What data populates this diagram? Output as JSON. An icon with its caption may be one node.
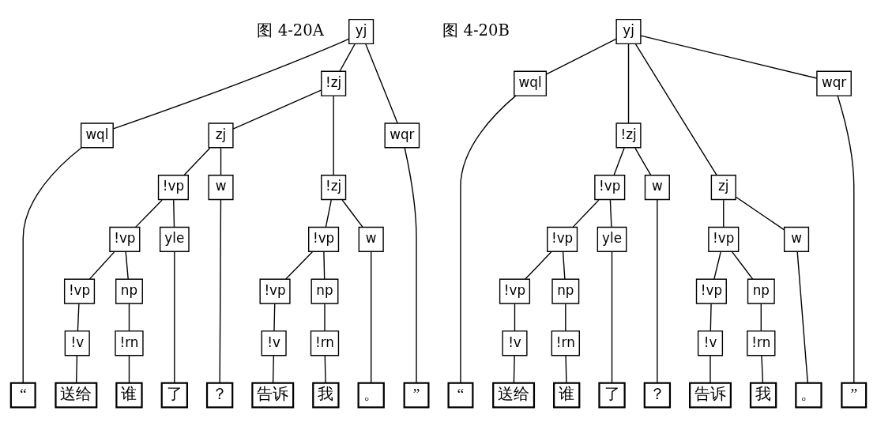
{
  "diagram": {
    "nodes": [
      {
        "text": [
          "yj"
        ]
      },
      {
        "text": [
          "wql"
        ]
      },
      {
        "text": [
          "!zj"
        ]
      },
      {
        "text": [
          "wqr"
        ]
      },
      {
        "text": [
          "zj"
        ]
      },
      {
        "text": [
          "!zj"
        ]
      },
      {
        "text": [
          "!vp"
        ]
      },
      {
        "text": [
          "w"
        ]
      },
      {
        "text": [
          "!vp"
        ]
      },
      {
        "text": [
          "w"
        ]
      },
      {
        "text": [
          "!vp"
        ]
      },
      {
        "text": [
          "yle"
        ]
      },
      {
        "text": [
          "!vp"
        ]
      },
      {
        "text": [
          "np"
        ]
      },
      {
        "text": [
          "!vp"
        ]
      },
      {
        "text": [
          "np"
        ]
      },
      {
        "text": [
          "!v"
        ]
      },
      {
        "text": [
          "!rn"
        ]
      },
      {
        "text": [
          "!v"
        ]
      },
      {
        "text": [
          "!rn"
        ]
      },
      {
        "text": [
          "“"
        ]
      },
      {
        "text": [
          "送给"
        ]
      },
      {
        "text": [
          "谁"
        ]
      },
      {
        "text": [
          "了"
        ]
      },
      {
        "text": [
          "？"
        ]
      },
      {
        "text": [
          "告诉"
        ]
      },
      {
        "text": [
          "我"
        ]
      },
      {
        "text": [
          "。"
        ]
      },
      {
        "text": [
          "”"
        ]
      },
      {
        "text": [
          "yj"
        ]
      },
      {
        "text": [
          "wql"
        ]
      },
      {
        "text": [
          "!zj"
        ]
      },
      {
        "text": [
          "zj"
        ]
      },
      {
        "text": [
          "wqr"
        ]
      },
      {
        "text": [
          "!vp"
        ]
      },
      {
        "text": [
          "w"
        ]
      },
      {
        "text": [
          "!vp"
        ]
      },
      {
        "text": [
          "w"
        ]
      },
      {
        "text": [
          "!vp"
        ]
      },
      {
        "text": [
          "yle"
        ]
      },
      {
        "text": [
          "!vp"
        ]
      },
      {
        "text": [
          "np"
        ]
      },
      {
        "text": [
          "!vp"
        ]
      },
      {
        "text": [
          "np"
        ]
      },
      {
        "text": [
          "!v"
        ]
      },
      {
        "text": [
          "!rn"
        ]
      },
      {
        "text": [
          "!v"
        ]
      },
      {
        "text": [
          "!rn"
        ]
      },
      {
        "text": [
          "“"
        ]
      },
      {
        "text": [
          "送给"
        ]
      },
      {
        "text": [
          "谁"
        ]
      },
      {
        "text": [
          "了"
        ]
      },
      {
        "text": [
          "？"
        ]
      },
      {
        "text": [
          "告诉"
        ]
      },
      {
        "text": [
          "我"
        ]
      },
      {
        "text": [
          "。"
        ]
      },
      {
        "text": [
          "”"
        ]
      }
    ],
    "edges": [
      {
        "from": 0,
        "to": 1,
        "arrow": "none"
      },
      {
        "from": 0,
        "to": 2,
        "arrow": "none"
      },
      {
        "from": 0,
        "to": 3,
        "arrow": "none"
      },
      {
        "from": 2,
        "to": 4,
        "arrow": "none"
      },
      {
        "from": 2,
        "to": 5,
        "arrow": "none"
      },
      {
        "from": 4,
        "to": 6,
        "arrow": "none"
      },
      {
        "from": 4,
        "to": 7,
        "arrow": "none"
      },
      {
        "from": 5,
        "to": 8,
        "arrow": "none"
      },
      {
        "from": 5,
        "to": 9,
        "arrow": "none"
      },
      {
        "from": 6,
        "to": 10,
        "arrow": "none"
      },
      {
        "from": 6,
        "to": 11,
        "arrow": "none"
      },
      {
        "from": 8,
        "to": 12,
        "arrow": "none"
      },
      {
        "from": 8,
        "to": 13,
        "arrow": "none"
      },
      {
        "from": 10,
        "to": 14,
        "arrow": "none"
      },
      {
        "from": 10,
        "to": 15,
        "arrow": "none"
      },
      {
        "from": 12,
        "to": 16,
        "arrow": "none"
      },
      {
        "from": 13,
        "to": 17,
        "arrow": "none"
      },
      {
        "from": 14,
        "to": 18,
        "arrow": "none"
      },
      {
        "from": 15,
        "to": 19,
        "arrow": "none"
      },
      {
        "from": 1,
        "to": 20,
        "arrow": "none"
      },
      {
        "from": 18,
        "to": 21,
        "arrow": "none"
      },
      {
        "from": 19,
        "to": 22,
        "arrow": "none"
      },
      {
        "from": 11,
        "to": 23,
        "arrow": "none"
      },
      {
        "from": 7,
        "to": 24,
        "arrow": "none"
      },
      {
        "from": 16,
        "to": 25,
        "arrow": "none"
      },
      {
        "from": 17,
        "to": 26,
        "arrow": "none"
      },
      {
        "from": 9,
        "to": 27,
        "arrow": "none"
      },
      {
        "from": 3,
        "to": 28,
        "arrow": "none"
      },
      {
        "from": 29,
        "to": 30,
        "arrow": "none"
      },
      {
        "from": 29,
        "to": 31,
        "arrow": "none"
      },
      {
        "from": 29,
        "to": 32,
        "arrow": "none"
      },
      {
        "from": 29,
        "to": 33,
        "arrow": "none"
      },
      {
        "from": 31,
        "to": 34,
        "arrow": "none"
      },
      {
        "from": 31,
        "to": 35,
        "arrow": "none"
      },
      {
        "from": 32,
        "to": 36,
        "arrow": "none"
      },
      {
        "from": 32,
        "to": 37,
        "arrow": "none"
      },
      {
        "from": 34,
        "to": 38,
        "arrow": "none"
      },
      {
        "from": 34,
        "to": 39,
        "arrow": "none"
      },
      {
        "from": 36,
        "to": 40,
        "arrow": "none"
      },
      {
        "from": 36,
        "to": 41,
        "arrow": "none"
      },
      {
        "from": 38,
        "to": 42,
        "arrow": "none"
      },
      {
        "from": 38,
        "to": 43,
        "arrow": "none"
      },
      {
        "from": 40,
        "to": 44,
        "arrow": "none"
      },
      {
        "from": 41,
        "to": 45,
        "arrow": "none"
      },
      {
        "from": 42,
        "to": 46,
        "arrow": "none"
      },
      {
        "from": 43,
        "to": 47,
        "arrow": "none"
      },
      {
        "from": 30,
        "to": 48,
        "arrow": "none"
      },
      {
        "from": 46,
        "to": 49,
        "arrow": "none"
      },
      {
        "from": 47,
        "to": 50,
        "arrow": "none"
      },
      {
        "from": 39,
        "to": 51,
        "arrow": "none"
      },
      {
        "from": 35,
        "to": 52,
        "arrow": "none"
      },
      {
        "from": 44,
        "to": 53,
        "arrow": "none"
      },
      {
        "from": 45,
        "to": 54,
        "arrow": "none"
      },
      {
        "from": 37,
        "to": 55,
        "arrow": "none"
      },
      {
        "from": 33,
        "to": 56,
        "arrow": "none"
      }
    ],
    "labels": [
      "图 4-20A",
      "图 4-20B"
    ]
  }
}
